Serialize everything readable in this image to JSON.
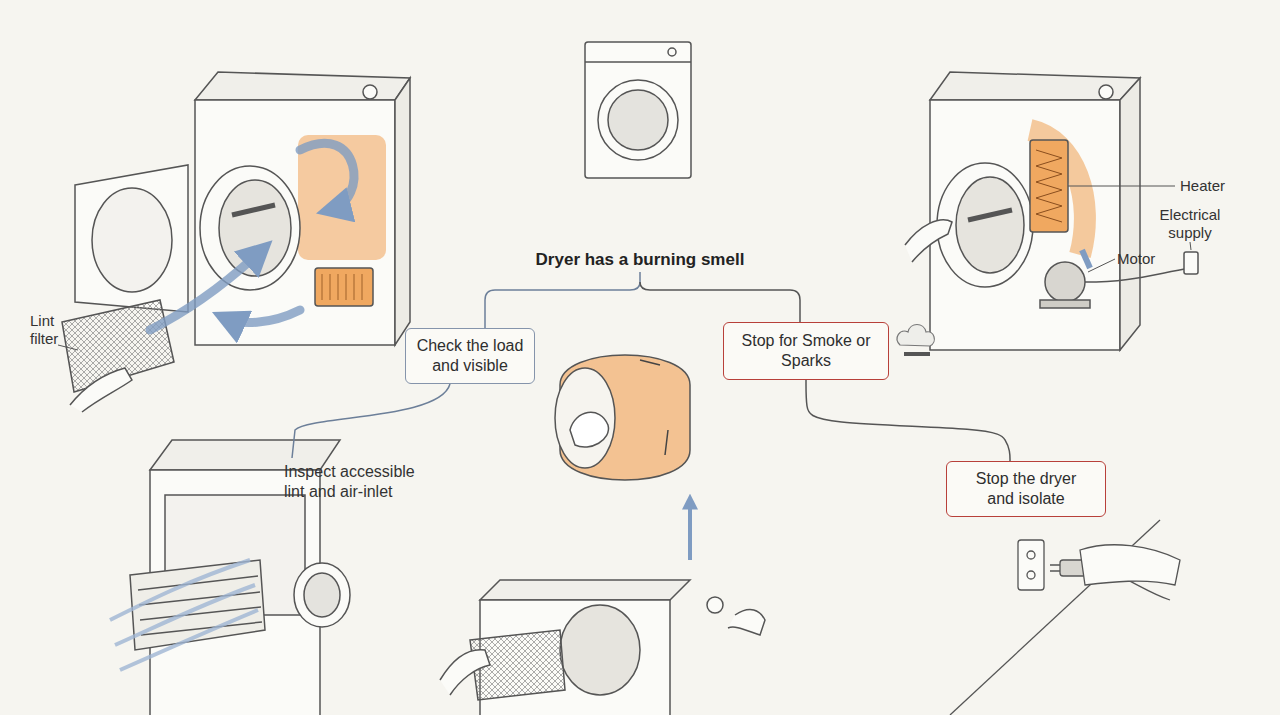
{
  "diagram": {
    "title": "Dryer has a burning smell",
    "nodes": [
      {
        "text": [
          "Check the load and visible"
        ]
      },
      {
        "text": [
          "Stop for Smoke or Sparks"
        ]
      },
      {
        "text": [
          "Stop the dryer and isolate"
        ]
      }
    ],
    "edges": [
      {
        "from": 1,
        "to": 2,
        "arrow": "none"
      }
    ],
    "labels": [
      "Lint filter",
      "Heater",
      "Electrical supply",
      "Motor",
      "Inspect accessible lint and air-inlet"
    ]
  }
}
